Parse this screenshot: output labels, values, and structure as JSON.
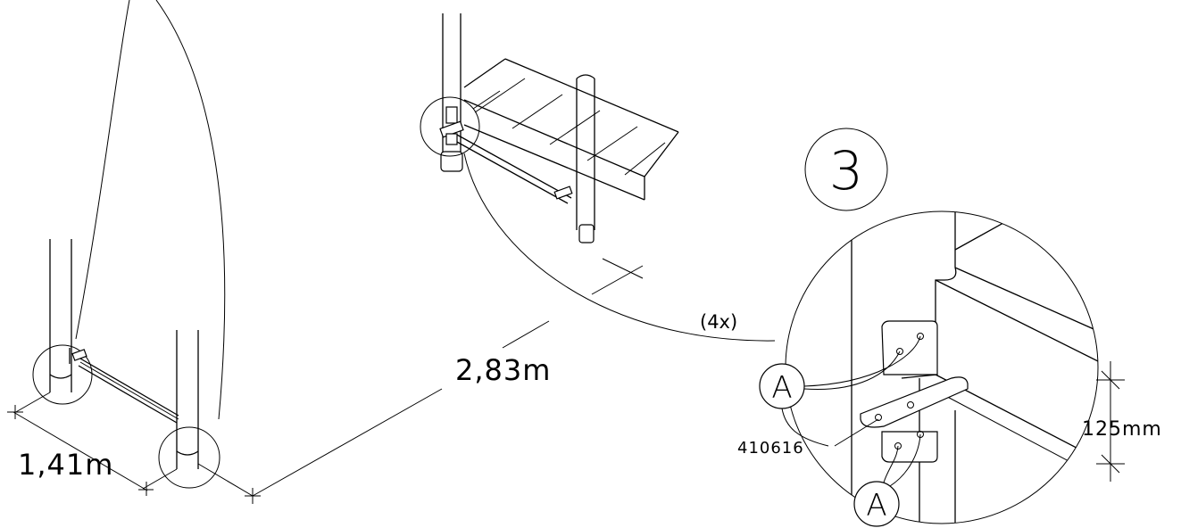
{
  "labels": {
    "width_dim": "1,41m",
    "length_dim": "2,83m",
    "height_dim": "125mm",
    "quantity": "(4x)",
    "part_number": "410616",
    "step_number": "3",
    "callout_top": "A",
    "callout_bottom": "A"
  }
}
